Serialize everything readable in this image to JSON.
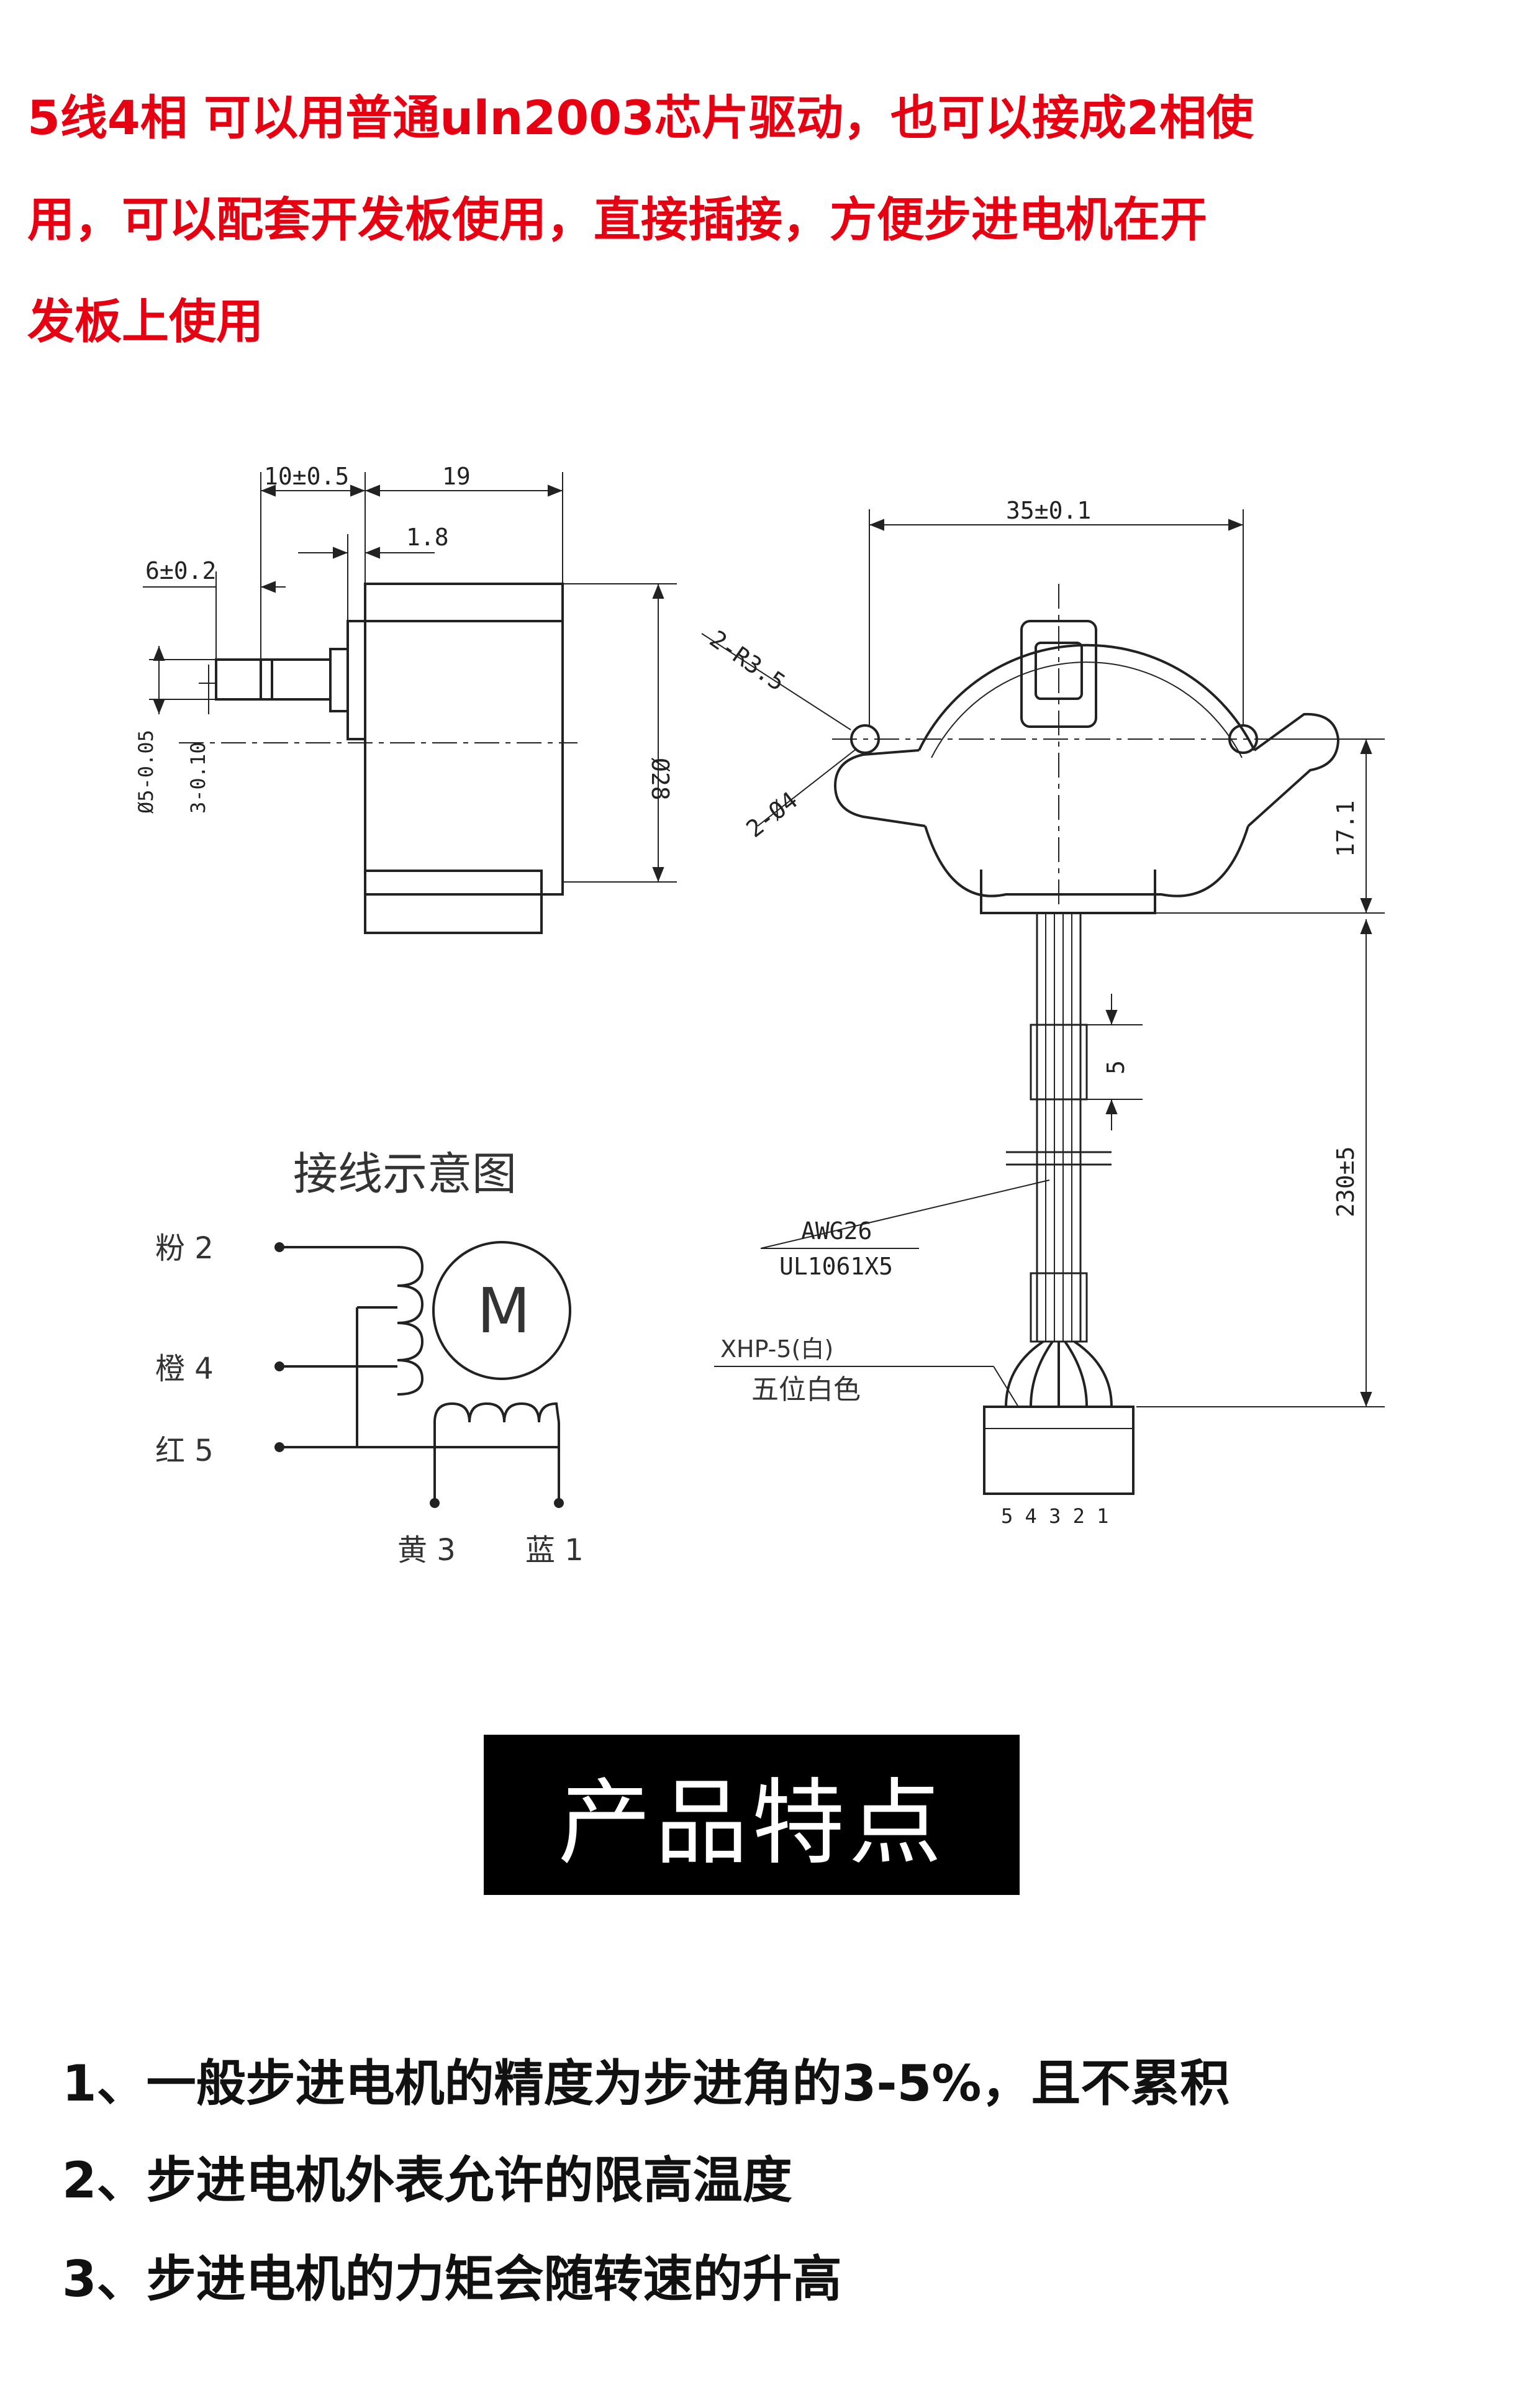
{
  "intro_lines": [
    "5线4相 可以用普通uln2003芯片驱动，也可以接成2相使",
    "用，可以配套开发板使用，直接插接，方便步进电机在开",
    "发板上使用"
  ],
  "side_view": {
    "dim_10": "10±0.5",
    "dim_19": "19",
    "dim_1_8": "1.8",
    "dim_6": "6±0.2",
    "dim_d5": "Ø5-0.05",
    "dim_3": "3-0.10",
    "dim_d28": "Ø28"
  },
  "front_view": {
    "dim_35": "35±0.1",
    "dim_r35": "2-R3.5",
    "dim_d4": "2-Ø4",
    "dim_17": "17.1",
    "dim_5": "5",
    "dim_230": "230±5",
    "wire_spec_1": "AWG26",
    "wire_spec_2": "UL1061X5",
    "connector_1": "XHP-5(白)",
    "connector_2": "五位白色",
    "pin_numbers": "5 4 3 2 1"
  },
  "wiring": {
    "title": "接线示意图",
    "pink": "粉 2",
    "orange": "橙 4",
    "red": "红 5",
    "yellow": "黄 3",
    "blue": "蓝 1",
    "motor_symbol": "M"
  },
  "section_title": "产品特点",
  "features": [
    "1、一般步进电机的精度为步进角的3-5%，且不累积",
    "2、步进电机外表允许的限高温度",
    "3、步进电机的力矩会随转速的升高"
  ],
  "colors": {
    "intro_text": "#e60012",
    "title_bg": "#000000",
    "title_text": "#ffffff"
  }
}
